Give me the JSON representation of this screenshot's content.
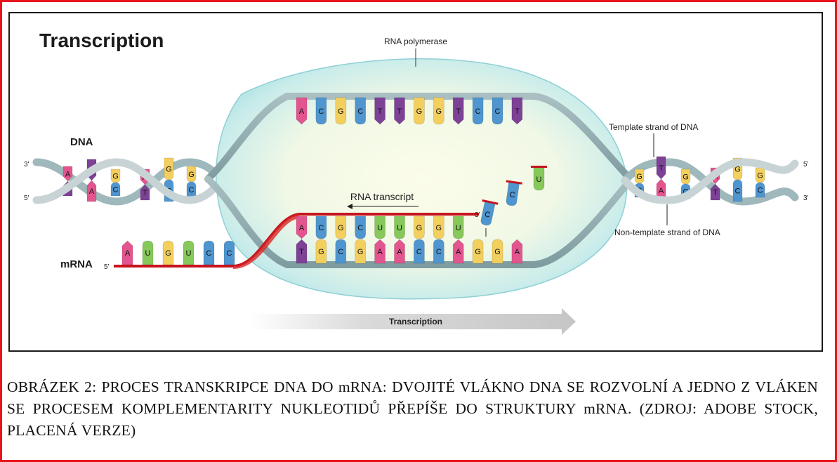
{
  "diagram": {
    "title": "Transcription",
    "labels": {
      "rna_polymerase": "RNA polymerase",
      "dna": "DNA",
      "mrna": "mRNA",
      "rna_transcript": "RNA transcript",
      "template_strand": "Template strand of DNA",
      "non_template_strand": "Non-template strand of DNA",
      "direction_arrow": "Transcription"
    },
    "ends": {
      "left_top": "3'",
      "left_bottom": "5'",
      "right_top": "5'",
      "right_bottom": "3'",
      "mrna_start": "5'",
      "transcript_end": "3'"
    },
    "coding_strand_bases": [
      "A",
      "C",
      "G",
      "C",
      "T",
      "T",
      "G",
      "G",
      "T",
      "C",
      "C",
      "T"
    ],
    "rna_transcript_bases": [
      "A",
      "C",
      "G",
      "C",
      "U",
      "U",
      "G",
      "G",
      "U"
    ],
    "template_strand_bases": [
      "T",
      "G",
      "C",
      "G",
      "A",
      "A",
      "C",
      "C",
      "A",
      "G",
      "G",
      "A"
    ],
    "mrna_bases": [
      "A",
      "U",
      "G",
      "U",
      "C",
      "C"
    ],
    "free_nucleotides": [
      "C",
      "C",
      "U"
    ],
    "left_helix_bases": [
      "A",
      "T",
      "T",
      "A",
      "G",
      "C",
      "A",
      "T",
      "G",
      "C",
      "G",
      "C"
    ],
    "right_helix_bases": [
      "G",
      "C",
      "T",
      "A",
      "G",
      "C",
      "A",
      "T",
      "G",
      "C",
      "G",
      "C"
    ]
  },
  "caption": "OBRÁZEK 2: PROCES TRANSKRIPCE DNA DO mRNA: DVOJITÉ VLÁKNO DNA SE ROZVOLNÍ A JEDNO Z VLÁKEN SE PROCESEM KOMPLEMENTARITY NUKLEOTIDŮ PŘEPÍŠE DO STRUKTURY mRNA.  (ZDROJ: ADOBE STOCK, PLACENÁ VERZE)",
  "colors": {
    "A": "#e3558f",
    "T": "#7d4196",
    "G": "#f3cf5e",
    "C": "#4f95cf",
    "U": "#86c85a",
    "frame": "#e8141b",
    "rna_strand": "#c8141e",
    "polymerase": "#bfe7ea"
  }
}
